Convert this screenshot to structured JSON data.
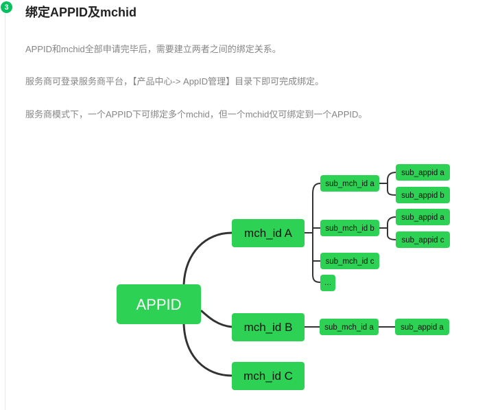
{
  "step": {
    "number": "3",
    "title": "绑定APPID及mchid"
  },
  "paragraphs": [
    "APPID和mchid全部申请完毕后，需要建立两者之间的绑定关系。",
    "服务商可登录服务商平台，【产品中心-> AppID管理】目录下即可完成绑定。",
    "服务商模式下，一个APPID下可绑定多个mchid，但一个mchid仅可绑定到一个APPID。"
  ],
  "diagram": {
    "root": "APPID",
    "mch": [
      "mch_id A",
      "mch_id B",
      "mch_id C"
    ],
    "sub_mch": [
      "sub_mch_id a",
      "sub_mch_id b",
      "sub_mch_id c",
      "…",
      "sub_mch_id a"
    ],
    "sub_appid": [
      "sub_appid a",
      "sub_appid b",
      "sub_appid a",
      "sub_appid c",
      "sub_appid a"
    ],
    "colors": {
      "node": "#2dd154",
      "edge": "#333333",
      "badge": "#07c160"
    }
  }
}
